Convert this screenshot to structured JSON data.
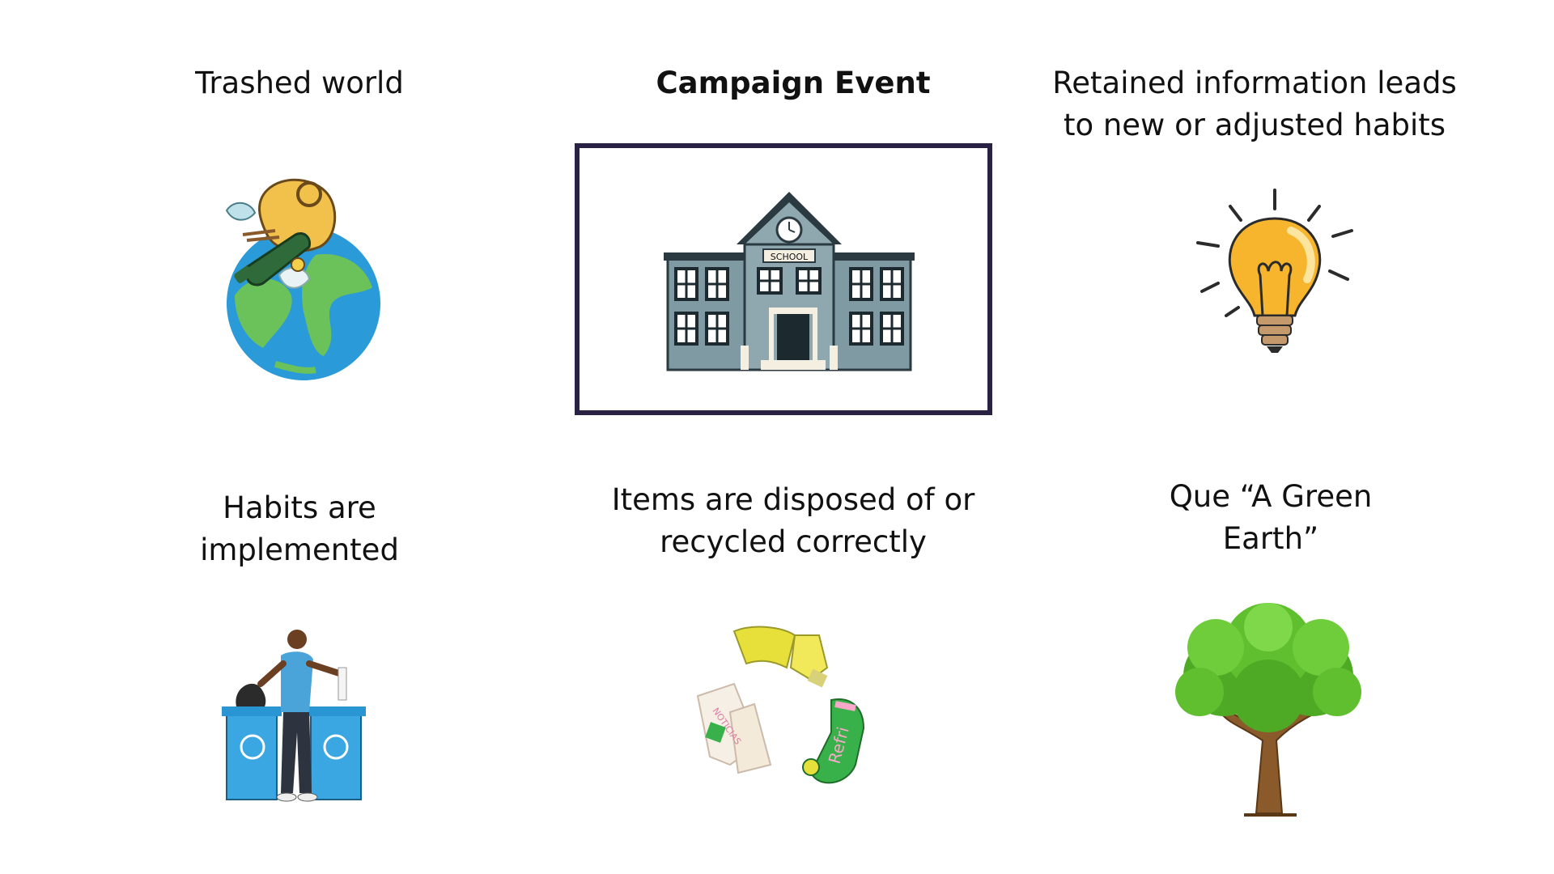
{
  "steps": [
    {
      "label": "Trashed world",
      "icon": "polluted-earth"
    },
    {
      "label": "Campaign Event",
      "icon": "school-building",
      "badge": "SCHOOL",
      "emphasized": true
    },
    {
      "label": "Retained  information leads\nto new or adjusted habits",
      "icon": "lightbulb"
    },
    {
      "label": "Habits are\nimplemented",
      "icon": "person-recycling"
    },
    {
      "label": "Items are disposed of or\nrecycled correctly",
      "icon": "recycle-symbol",
      "glyphs": [
        "NOTICIAS",
        "Refri"
      ]
    },
    {
      "label": "Que “A Green\nEarth”",
      "icon": "tree"
    }
  ],
  "colors": {
    "frame": "#2a2245",
    "ocean": "#2a9ad8",
    "land": "#6cc25a",
    "school": "#7f9aa3",
    "bulb": "#f6b52c",
    "bin": "#3aa7e3",
    "recycle_yellow": "#e8e03a",
    "recycle_green": "#39b14a",
    "tree": "#5fbf2f",
    "trunk": "#8a5a2b"
  }
}
